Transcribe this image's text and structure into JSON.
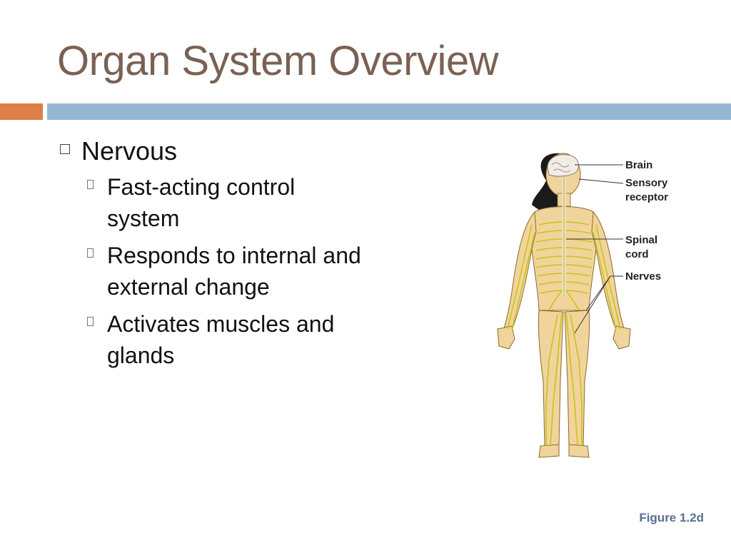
{
  "title": "Organ System Overview",
  "colors": {
    "accent_orange": "#dd8047",
    "accent_blue": "#94b6d2",
    "title_color": "#7a6153",
    "caption_color": "#5a6f93"
  },
  "bullets": {
    "main": "Nervous",
    "sub": [
      {
        "line1": "Fast-acting control",
        "line2": "system"
      },
      {
        "line1": "Responds to internal and",
        "line2": "external change"
      },
      {
        "line1": "Activates muscles and",
        "line2": "glands"
      }
    ]
  },
  "figure": {
    "labels": {
      "brain": "Brain",
      "sensory_1": "Sensory",
      "sensory_2": "receptor",
      "spinal_1": "Spinal",
      "spinal_2": "cord",
      "nerves": "Nerves"
    },
    "caption": "Figure 1.2d"
  }
}
